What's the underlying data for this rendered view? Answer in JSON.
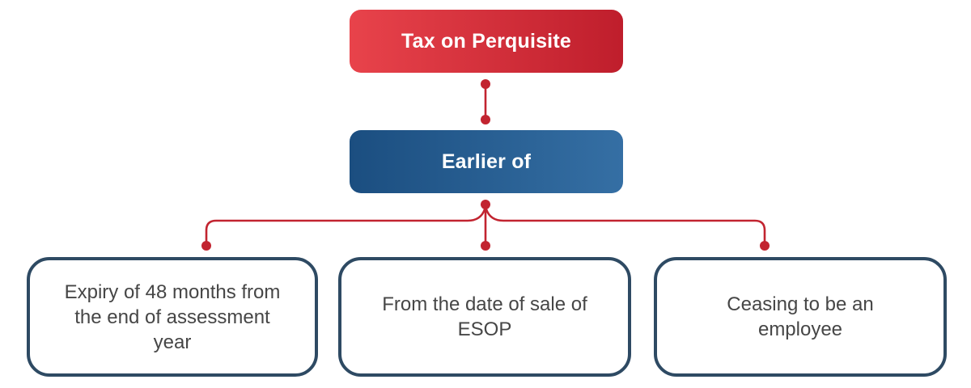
{
  "diagram": {
    "root": {
      "label": "Tax on Perquisite"
    },
    "decision": {
      "label": "Earlier of"
    },
    "options": [
      {
        "label": "Expiry of 48 months from the end of assessment year",
        "lines": [
          "Expiry of 48 months from",
          "the end of assessment",
          "year"
        ]
      },
      {
        "label": "From the date of sale of ESOP",
        "lines": [
          "From the date of sale of",
          "ESOP"
        ]
      },
      {
        "label": "Ceasing to be an employee",
        "lines": [
          "Ceasing to be an",
          "employee"
        ]
      }
    ]
  },
  "colors": {
    "root_gradient_start": "#e8434b",
    "root_gradient_end": "#bf1e2c",
    "decision_gradient_start": "#1b4e80",
    "decision_gradient_end": "#356fa4",
    "connector": "#c22430",
    "option_border": "#2e4a63",
    "option_text": "#464646",
    "node_text": "#ffffff",
    "background": "#ffffff"
  }
}
